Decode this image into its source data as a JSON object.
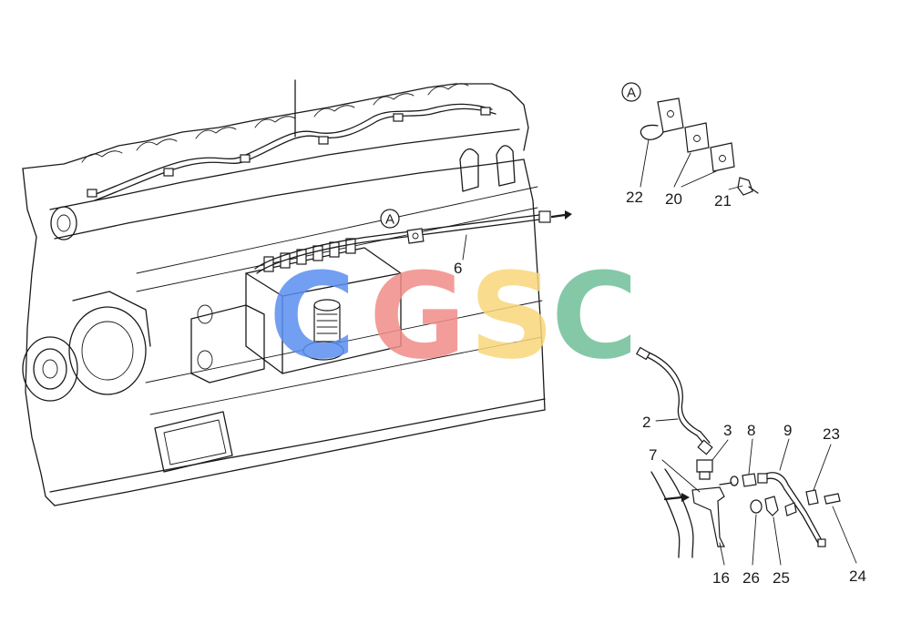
{
  "callouts": [
    {
      "id": "top",
      "text": "A"
    },
    {
      "id": "engine",
      "text": "A"
    }
  ],
  "labels": [
    {
      "id": "p6",
      "text": "6"
    },
    {
      "id": "p22",
      "text": "22"
    },
    {
      "id": "p20",
      "text": "20"
    },
    {
      "id": "p21",
      "text": "21"
    },
    {
      "id": "p2",
      "text": "2"
    },
    {
      "id": "p3",
      "text": "3"
    },
    {
      "id": "p8",
      "text": "8"
    },
    {
      "id": "p9",
      "text": "9"
    },
    {
      "id": "p23",
      "text": "23"
    },
    {
      "id": "p7",
      "text": "7"
    },
    {
      "id": "p16",
      "text": "16"
    },
    {
      "id": "p26",
      "text": "26"
    },
    {
      "id": "p25",
      "text": "25"
    },
    {
      "id": "p24",
      "text": "24"
    }
  ],
  "watermark": {
    "letters": [
      {
        "char": "C",
        "color": "#5b8ff0"
      },
      {
        "char": "G",
        "color": "#f08c88"
      },
      {
        "char": "S",
        "color": "#f8d77a"
      },
      {
        "char": "C",
        "color": "#6fbf9a"
      }
    ]
  },
  "colors": {
    "ink": "#1a1a1a",
    "background": "#ffffff"
  }
}
